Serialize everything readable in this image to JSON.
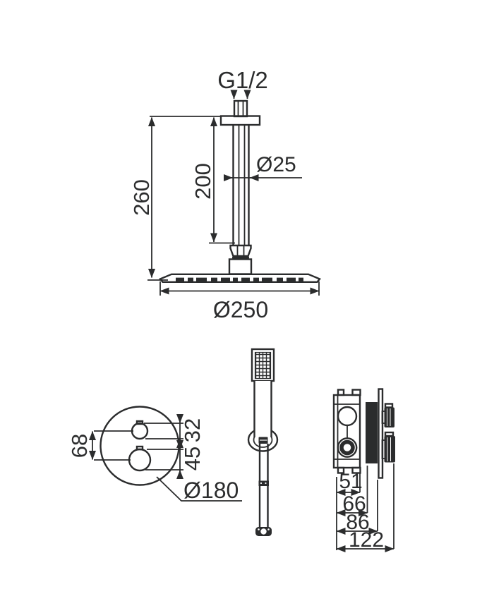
{
  "views": {
    "arm": {
      "thread": "G1/2",
      "pipe_diameter": "Ø25",
      "arm_length": "200",
      "overall_height": "260",
      "head_diameter": "Ø250"
    },
    "front": {
      "handle_spacing": "68",
      "top_handle_diameter": "32",
      "bottom_handle_diameter": "45",
      "plate_diameter": "Ø180"
    },
    "side": {
      "depths": [
        "51",
        "66",
        "86",
        "122"
      ]
    }
  }
}
